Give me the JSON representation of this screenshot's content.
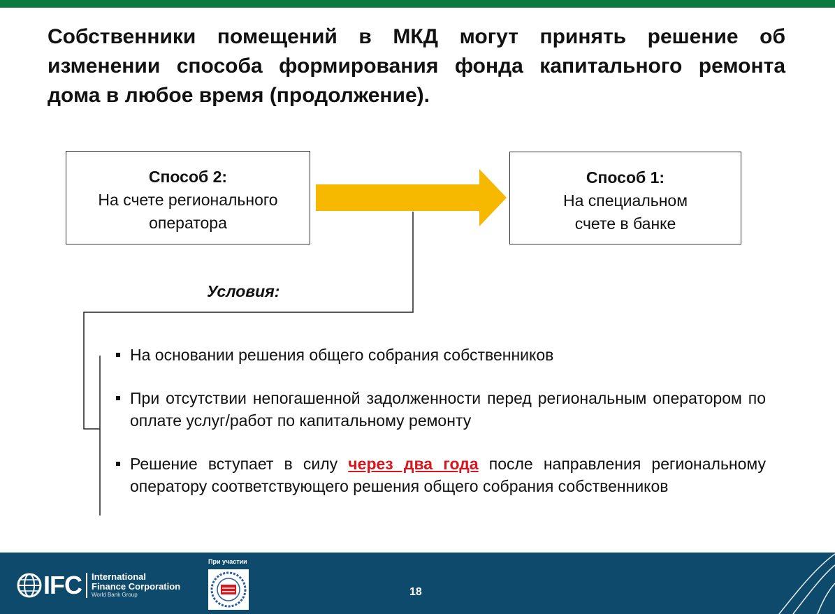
{
  "colors": {
    "top_bar": "#0c7a3e",
    "footer": "#0e4a6b",
    "arrow": "#f7b800",
    "highlight": "#d8161d"
  },
  "title": "Собственники помещений в МКД могут принять решение об изменении способа формирования фонда капитального ремонта дома в любое время (продолжение).",
  "diagram": {
    "from_box": {
      "heading": "Способ 2:",
      "line1": "На счете регионального",
      "line2": "оператора"
    },
    "to_box": {
      "heading": "Способ 1:",
      "line1": "На специальном",
      "line2": "счете в банке"
    },
    "arrow_icon": "right-arrow-icon",
    "conditions_label": "Условия:"
  },
  "conditions": [
    {
      "text": "На основании решения общего собрания собственников"
    },
    {
      "text": "При отсутствии непогашенной задолженности перед региональным оператором по оплате услуг/работ по капитальному ремонту"
    },
    {
      "before": "Решение вступает в силу ",
      "highlight": "через два года",
      "after": " после направления региональному оператору соответствующего решения общего собрания собственников"
    }
  ],
  "footer": {
    "ifc_letters": "IFC",
    "ifc_name_line1": "International",
    "ifc_name_line2": "Finance Corporation",
    "ifc_name_line3": "World Bank Group",
    "partner_label": "При участии",
    "partner_logo_icon": "association-tsj-jsk-seal-icon",
    "page_number": "18"
  }
}
